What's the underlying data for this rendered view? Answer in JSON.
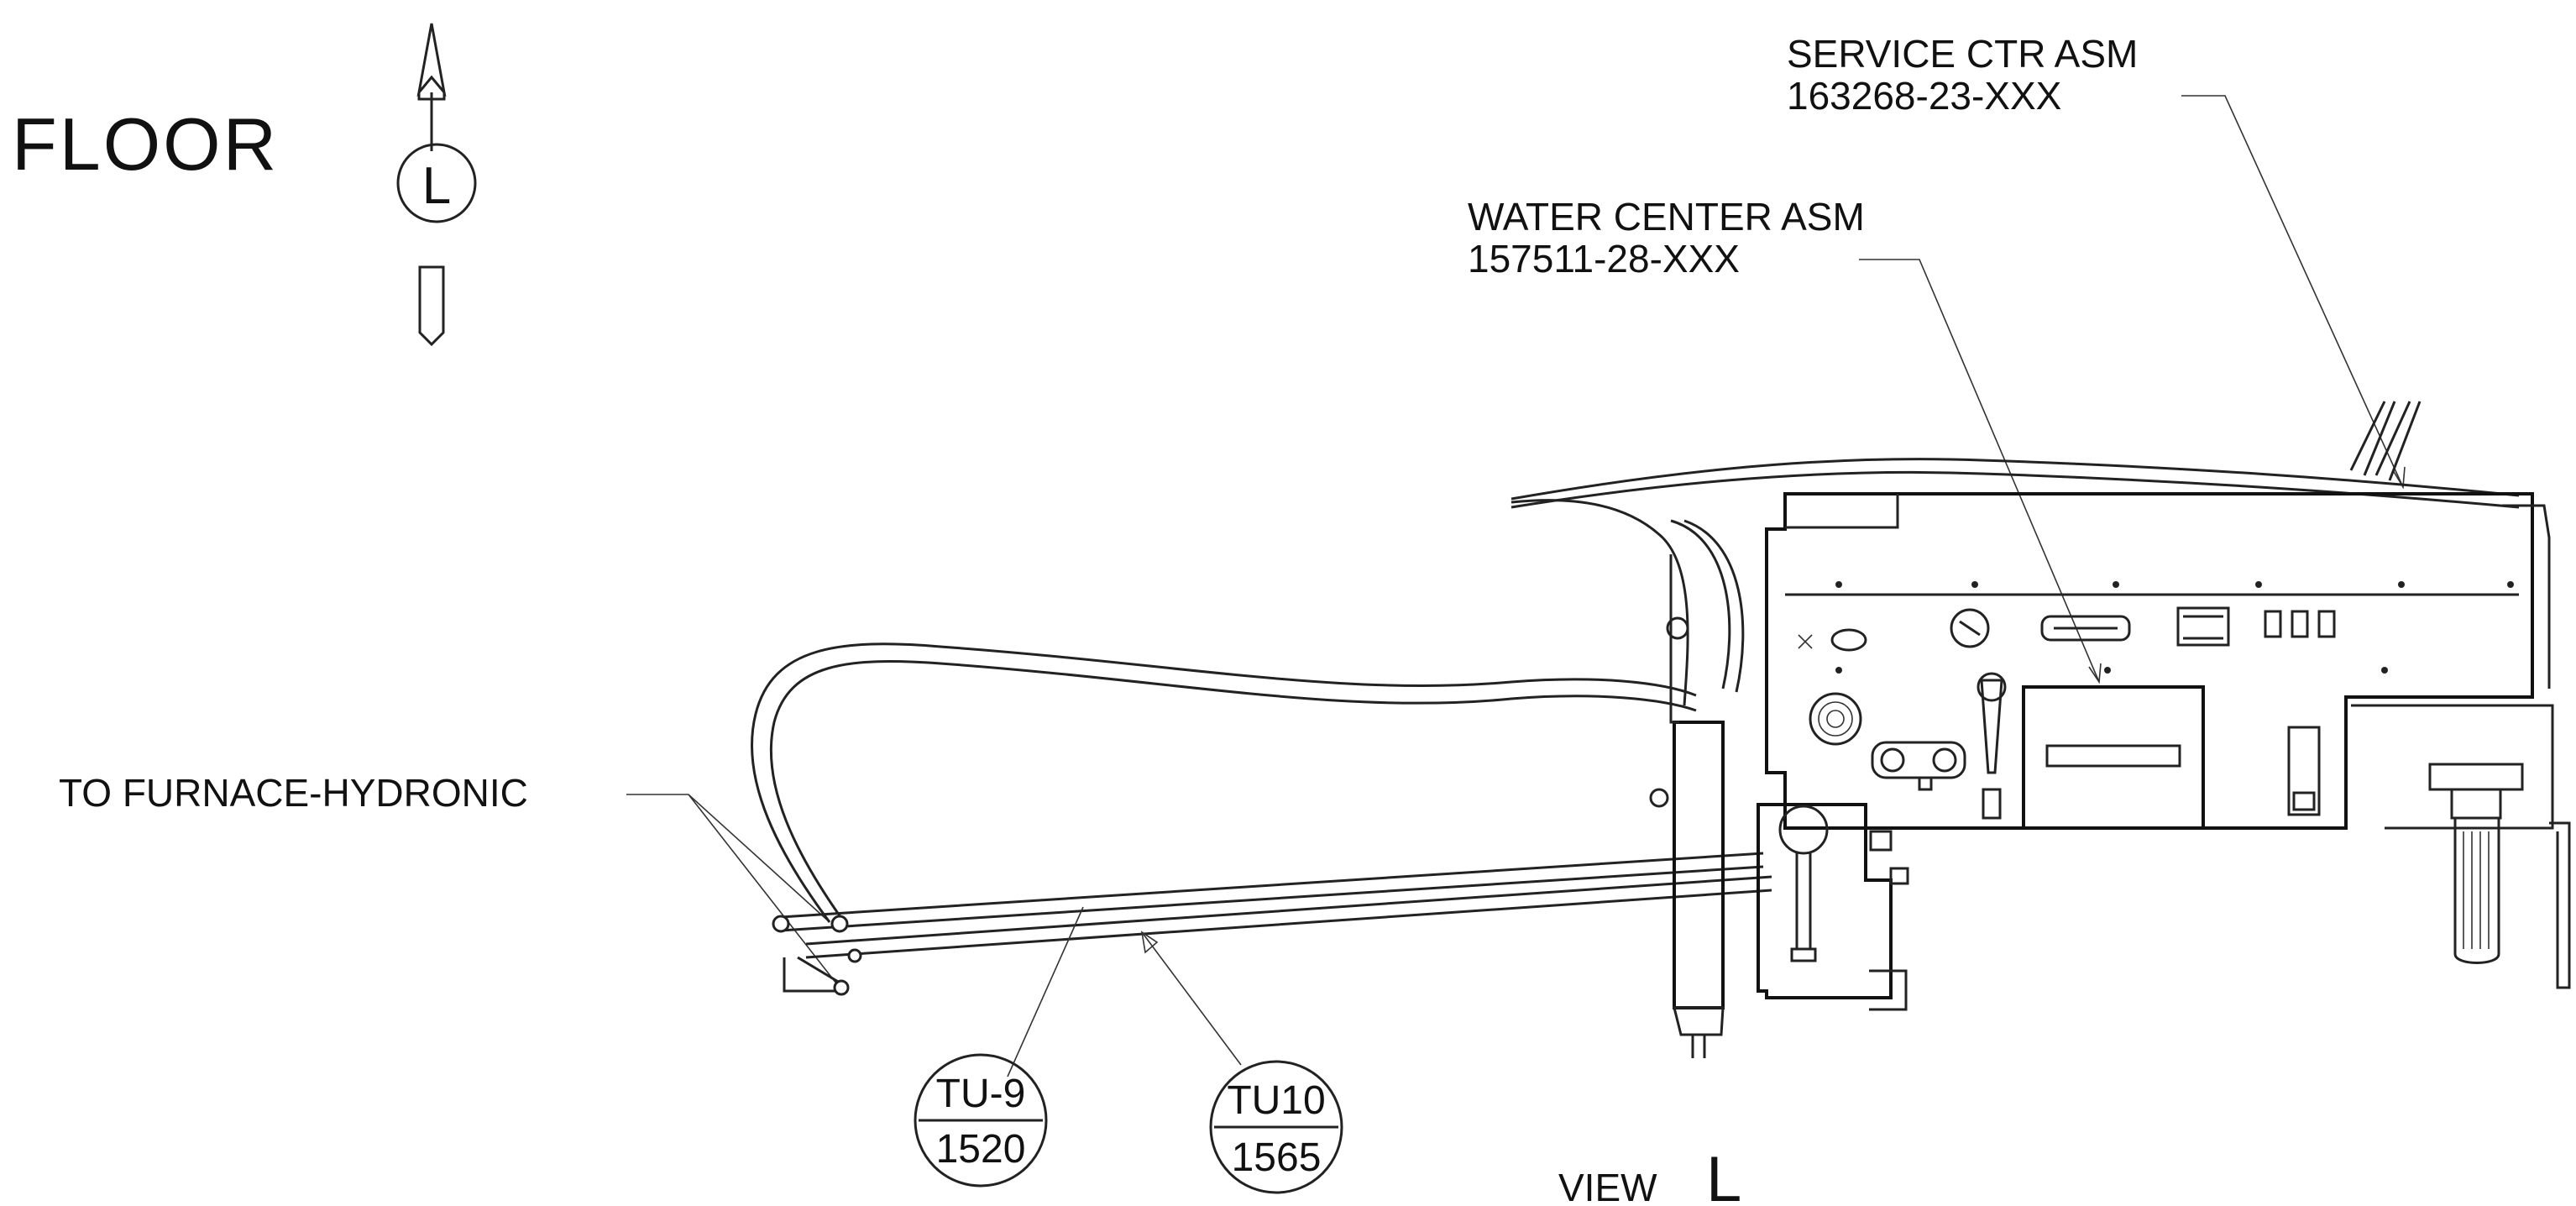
{
  "orientation": {
    "floor_label": "FLOOR",
    "view_marker": "L"
  },
  "callouts": {
    "service_center": {
      "title": "SERVICE CTR ASM",
      "part_number": "163268-23-XXX"
    },
    "water_center": {
      "title": "WATER CENTER ASM",
      "part_number": "157511-28-XXX"
    },
    "furnace": {
      "label": "TO FURNACE-HYDRONIC"
    }
  },
  "tubes": [
    {
      "id": "TU-9",
      "length": "1520"
    },
    {
      "id": "TU10",
      "length": "1565"
    }
  ],
  "view_title": {
    "prefix": "VIEW",
    "letter": "L"
  },
  "colors": {
    "line": "#222222",
    "background": "#ffffff"
  }
}
